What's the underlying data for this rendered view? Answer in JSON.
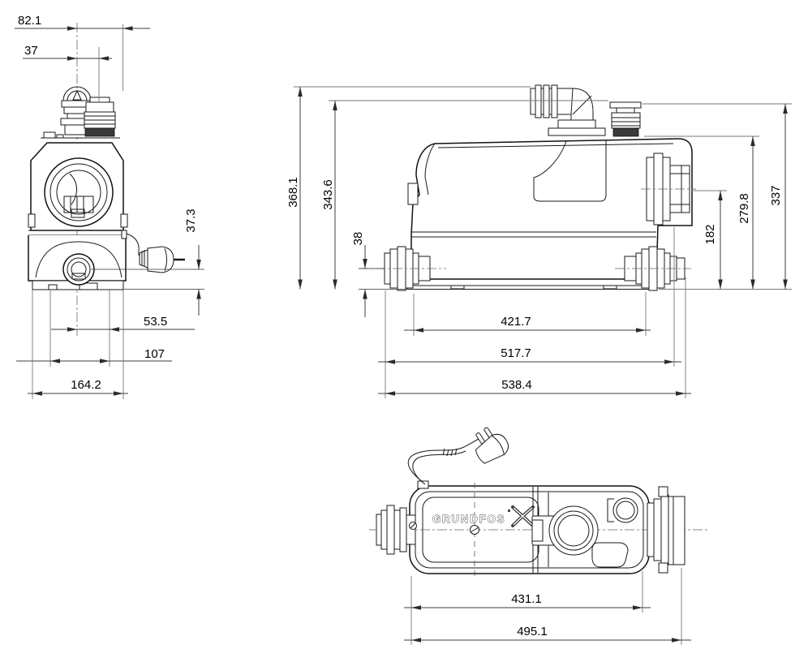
{
  "front_view": {
    "dims": {
      "top_outer": "82.1",
      "top_inner": "37",
      "right_side": "37.3",
      "bottom_inner": "53.5",
      "bottom_mid": "107",
      "bottom_outer": "164.2"
    }
  },
  "side_view": {
    "dims": {
      "height_max": "368.1",
      "height_mid": "343.6",
      "inlet_offset": "38",
      "right_inner": "182",
      "right_mid": "279.8",
      "right_outer": "337",
      "bottom_inner": "421.7",
      "bottom_mid": "517.7",
      "bottom_outer": "538.4"
    }
  },
  "top_view": {
    "brand": "GRUNDFOS",
    "dims": {
      "bottom_inner": "431.1",
      "bottom_outer": "495.1"
    }
  }
}
